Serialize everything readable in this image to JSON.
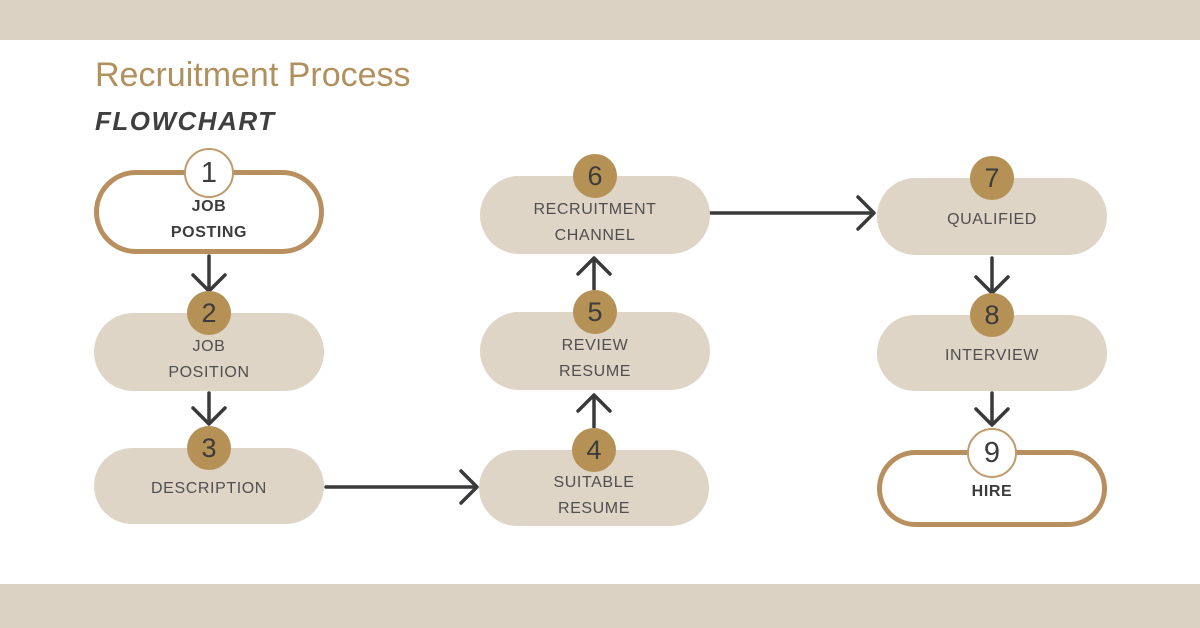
{
  "header": {
    "title": "Recruitment Process",
    "subtitle": "FLOWCHART"
  },
  "theme": {
    "frame": "#dbd2c4",
    "canvas": "#ffffff",
    "box-fill": "#ded5c7",
    "accent": "#b8905f",
    "circle-ring": "#c09a6a",
    "badge": "#b59155",
    "title": "#b1905e",
    "subtitle": "#3f3f3f",
    "label": "#4f4f4f",
    "label-strong": "#3c3c3c",
    "number": "#3c3c3c",
    "arrow": "#3a3a3a"
  },
  "nodes": [
    {
      "number": "1",
      "label": "JOB\nPOSTING",
      "style": "outline"
    },
    {
      "number": "2",
      "label": "JOB\nPOSITION",
      "style": "filled"
    },
    {
      "number": "3",
      "label": "DESCRIPTION",
      "style": "filled"
    },
    {
      "number": "4",
      "label": "SUITABLE\nRESUME",
      "style": "filled"
    },
    {
      "number": "5",
      "label": "REVIEW\nRESUME",
      "style": "filled"
    },
    {
      "number": "6",
      "label": "RECRUITMENT\nCHANNEL",
      "style": "filled"
    },
    {
      "number": "7",
      "label": "QUALIFIED",
      "style": "filled"
    },
    {
      "number": "8",
      "label": "INTERVIEW",
      "style": "filled"
    },
    {
      "number": "9",
      "label": "HIRE",
      "style": "outline"
    }
  ],
  "flow": {
    "edges": [
      {
        "from": "1",
        "to": "2",
        "direction": "down"
      },
      {
        "from": "2",
        "to": "3",
        "direction": "down"
      },
      {
        "from": "3",
        "to": "4",
        "direction": "right"
      },
      {
        "from": "4",
        "to": "5",
        "direction": "up"
      },
      {
        "from": "5",
        "to": "6",
        "direction": "up"
      },
      {
        "from": "6",
        "to": "7",
        "direction": "right"
      },
      {
        "from": "7",
        "to": "8",
        "direction": "down"
      },
      {
        "from": "8",
        "to": "9",
        "direction": "down"
      }
    ]
  }
}
